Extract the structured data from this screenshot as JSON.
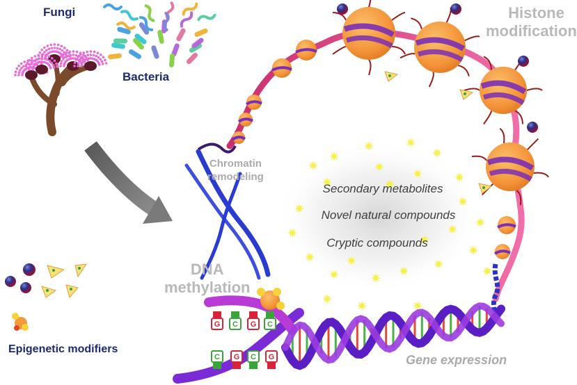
{
  "labels": {
    "fungi": "Fungi",
    "bacteria": "Bacteria",
    "histone": [
      "Histone",
      "modifications"
    ],
    "chromatin": [
      "Chromatin",
      "remodeling"
    ],
    "dna_methylation": [
      "DNA",
      "methylation"
    ],
    "epigenetic_modifiers": "Epigenetic modifiers",
    "gene_expression": "Gene expression",
    "center": [
      "Secondary metabolites",
      "Novel natural compounds",
      "Cryptic compounds"
    ]
  },
  "bases": {
    "top": [
      "G",
      "C",
      "G",
      "C"
    ],
    "bottom": [
      "C",
      "G",
      "C",
      "G"
    ]
  },
  "colors": {
    "organism_text": "#1c2a6e",
    "process_text": "#b9b9b9",
    "nucleosome": "#f49a3c",
    "histone_band": "#7b2fb5",
    "dna_backbone": "#7a2bd6",
    "chromosome": "#2a3bd1",
    "sparkle": "#f7f24a"
  }
}
